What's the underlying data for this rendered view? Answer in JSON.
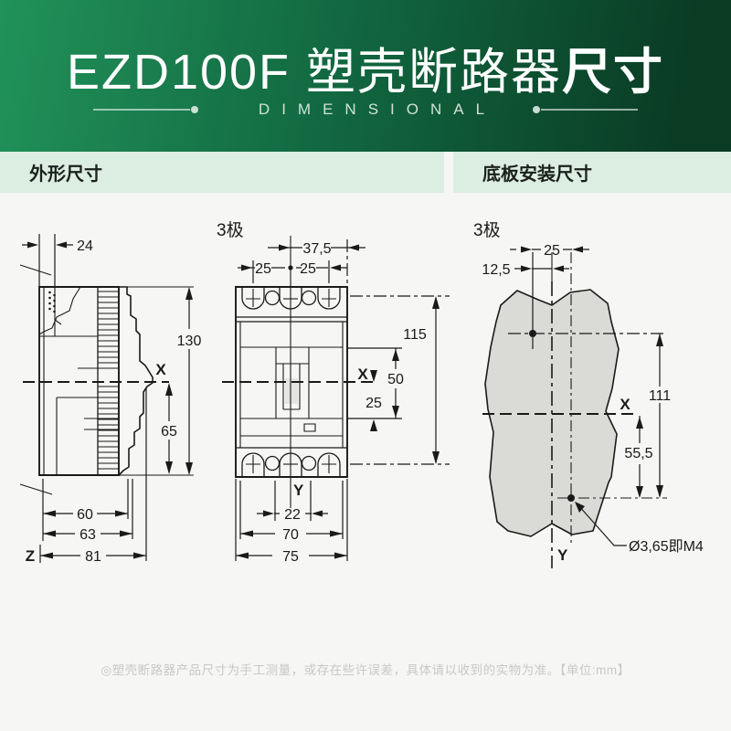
{
  "header": {
    "title_regular": "EZD100F 塑壳断路器",
    "title_bold": "尺寸",
    "subtitle": "DIMENSIONAL"
  },
  "sections": {
    "outline_title": "外形尺寸",
    "mounting_title": "底板安装尺寸"
  },
  "outline": {
    "pole_label": "3极",
    "side_view": {
      "width_top": "24",
      "height_total": "130",
      "height_lower": "65",
      "width_base": "60",
      "width_mid": "63",
      "width_total": "81",
      "axis_x": "X",
      "axis_z": "Z"
    },
    "front_view": {
      "width_half": "37,5",
      "pitch_left": "25",
      "pitch_right": "25",
      "height_mount": "115",
      "height_upper": "50",
      "height_lower": "25",
      "terminal_span": "22",
      "width_inner": "70",
      "width_total": "75",
      "axis_x": "X",
      "axis_y": "Y"
    }
  },
  "mounting": {
    "pole_label": "3极",
    "hole_pitch_x": "25",
    "hole_offset": "12,5",
    "height_span": "111",
    "lower_offset": "55,5",
    "hole_spec": "Ø3,65即M4",
    "axis_x": "X",
    "axis_y": "Y"
  },
  "footer": {
    "note": "◎塑壳断路器产品尺寸为手工测量，或存在些许误差，具体请以收到的实物为准。【单位:mm】"
  },
  "colors": {
    "header_green_light": "#21925a",
    "header_green_mid": "#11663f",
    "header_green_dark": "#0a3c24",
    "band_green": "#dcede2",
    "canvas": "#f6f7f4",
    "line": "#1a1a1a",
    "plate_fill": "#dadbd7",
    "footer_text": "#c8c8c8"
  }
}
